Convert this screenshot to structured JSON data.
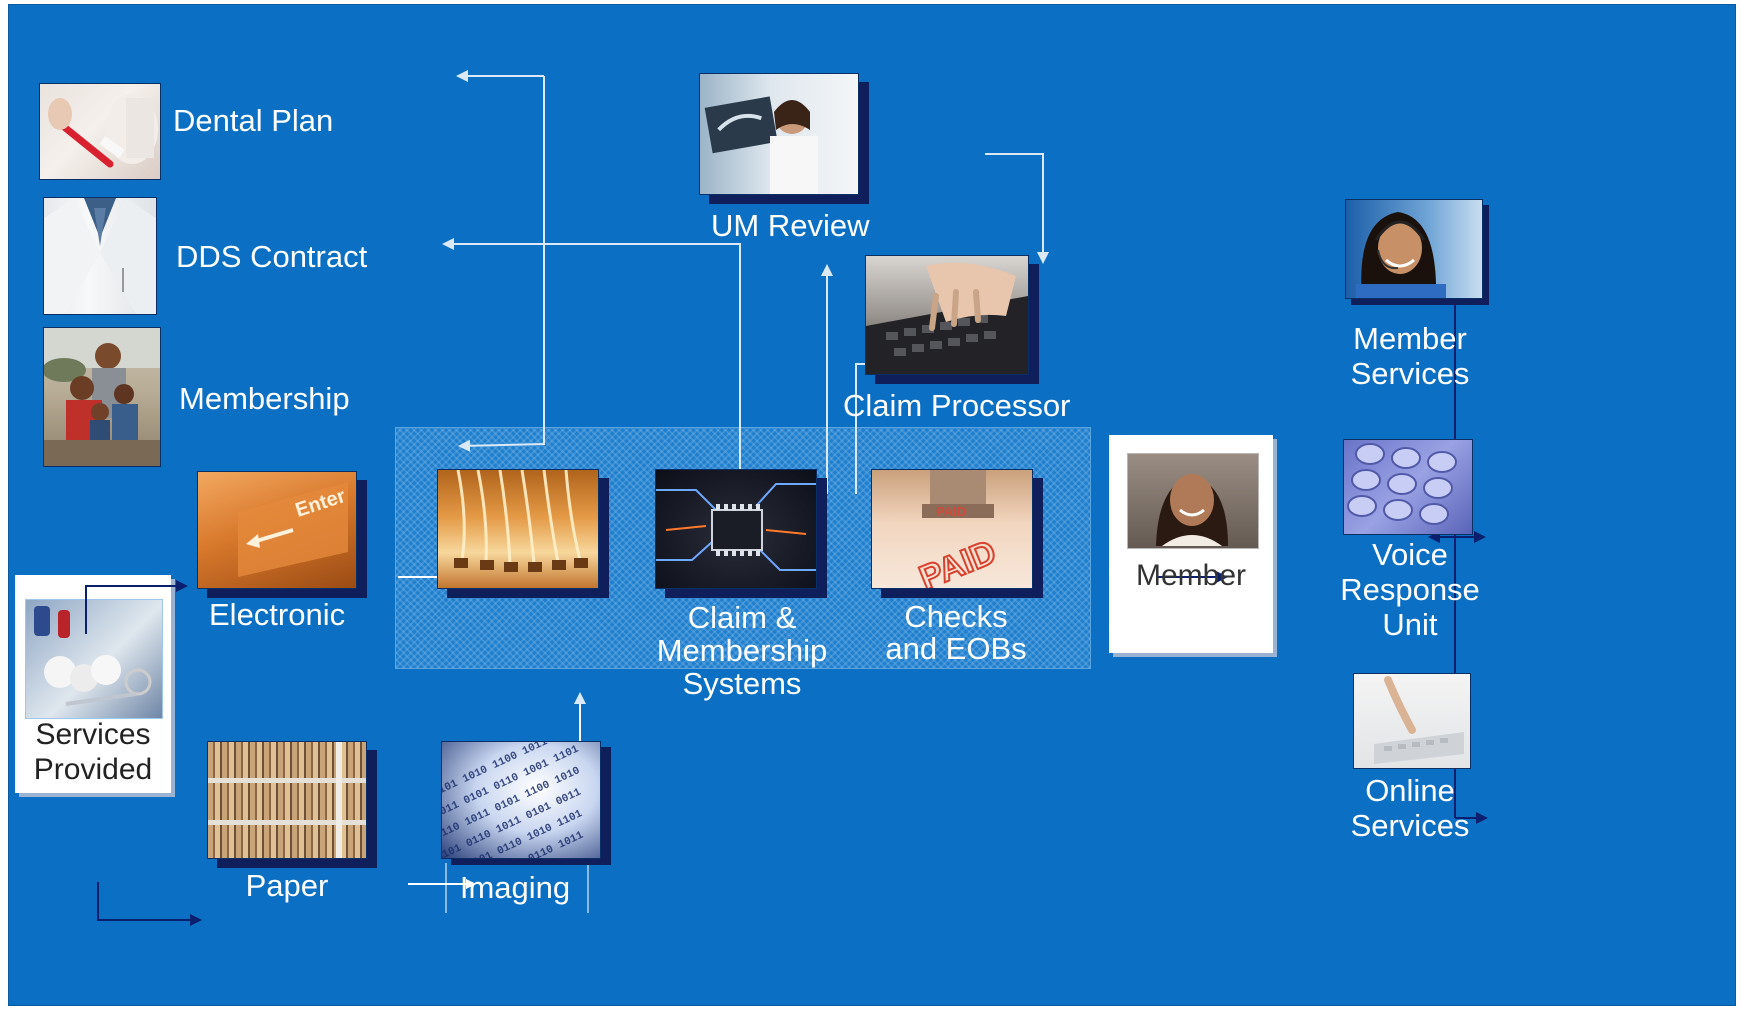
{
  "diagram": {
    "nodes": {
      "dental_plan": "Dental Plan",
      "dds_contract": "DDS Contract",
      "membership": "Membership",
      "electronic": "Electronic",
      "services_provided": "Services\nProvided",
      "paper": "Paper",
      "imaging": "Imaging",
      "um_review": "UM Review",
      "claim_processor": "Claim Processor",
      "claim_membership_systems": "Claim &\nMembership\nSystems",
      "checks_eobs": "Checks\nand EOBs",
      "member": "Member",
      "member_services": "Member\nServices",
      "voice_response_unit": "Voice\nResponse\nUnit",
      "online_services": "Online\nServices"
    }
  }
}
